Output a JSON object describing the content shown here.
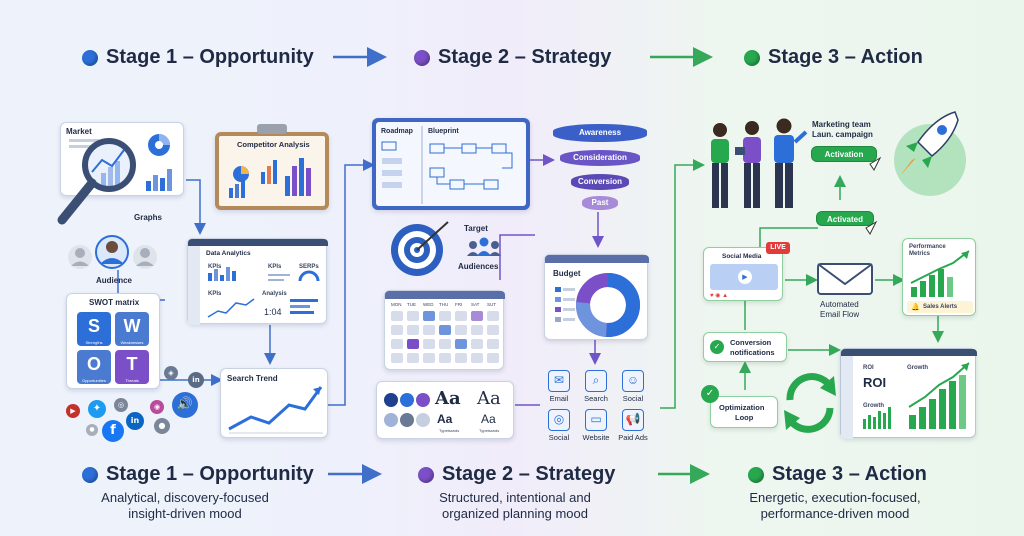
{
  "stages_top": [
    {
      "label": "Stage 1 – Opportunity",
      "color": "#2d6fd8"
    },
    {
      "label": "Stage 2 – Strategy",
      "color": "#7b4fc7"
    },
    {
      "label": "Stage 3 – Action",
      "color": "#27a84f"
    }
  ],
  "stages_bottom": [
    {
      "label": "Stage 1 – Opportunity",
      "desc": "Analytical, discovery-focused insight-driven mood"
    },
    {
      "label": "Stage 2 – Strategy",
      "desc": "Structured, intentional and organized planning mood"
    },
    {
      "label": "Stage 3 – Action",
      "desc": "Energetic, execution-focused, performance-driven mood"
    }
  ],
  "stage1": {
    "market": "Market",
    "graphs": "Graphs",
    "competitor": "Competitor Analysis",
    "audience": "Audience",
    "data_analytics": "Data Analytics",
    "kpis": "KPIs",
    "kpis2": "KPIs",
    "serps": "SERPs",
    "kpis3": "KPIs",
    "analysis": "Analysis",
    "analysis_value": "1:04",
    "swot_title": "SWOT matrix",
    "swot": [
      {
        "letter": "S",
        "word": "Strengths",
        "color": "#2d6fd8"
      },
      {
        "letter": "W",
        "word": "Weaknesses",
        "color": "#4a7bd1"
      },
      {
        "letter": "O",
        "word": "Opportunities",
        "color": "#4a7bd1"
      },
      {
        "letter": "T",
        "word": "Threats",
        "color": "#7b4fc7"
      }
    ],
    "search_trend": "Search Trend",
    "social_letters": {
      "in1": "in",
      "fb": "f",
      "in2": "in"
    }
  },
  "stage2": {
    "roadmap": "Roadmap",
    "blueprint": "Blueprint",
    "funnel": [
      "Awareness",
      "Consideration",
      "Conversion",
      "Past"
    ],
    "target": "Target",
    "audiences": "Audiences",
    "budget": "Budget",
    "days": [
      "MON",
      "TUE",
      "WED",
      "THU",
      "FRI",
      "SAT",
      "SUT"
    ],
    "type_big": "Aa",
    "type_a1": "Aa",
    "type_a2": "Aa",
    "typo1": "Typeisands",
    "typo2": "Typeisands",
    "channels": [
      "Email",
      "Search",
      "Social",
      "Social",
      "Website",
      "Paid Ads"
    ]
  },
  "stage3": {
    "team": "Marketing team\nLaun. campaign",
    "team_l1": "Marketing team",
    "team_l2": "Laun. campaign",
    "activation": "Activation",
    "activated": "Activated",
    "social_media": "Social Media",
    "live": "LIVE",
    "email_flow_1": "Automated",
    "email_flow_2": "Email Flow",
    "perf_1": "Performance",
    "perf_2": "Metrics",
    "sales_alerts": "Sales Alerts",
    "conv_1": "Conversion",
    "conv_2": "notifications",
    "opt_1": "Optimization",
    "opt_2": "Loop",
    "roi_label": "ROI",
    "roi_big": "ROI",
    "growth": "Growth",
    "growth2": "Growth"
  },
  "colors": {
    "blue": "#2d6fd8",
    "purple": "#7b4fc7",
    "green": "#27a84f"
  }
}
